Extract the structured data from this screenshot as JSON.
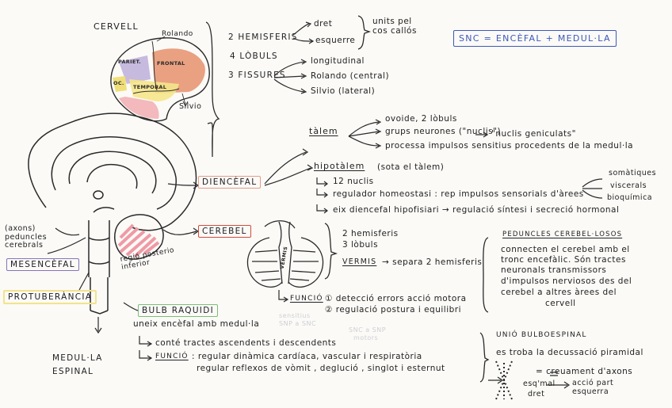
{
  "title": "SNC = ENCÈFAL + MEDUL·LA",
  "cervell": {
    "label": "CERVELL",
    "lobes": {
      "parietal": "PARIET.",
      "frontal": "FRONTAL",
      "occipital": "OC.",
      "temporal": "TEMPORAL"
    },
    "fissure_labels": {
      "rolando": "Rolando",
      "silvio": "Silvio"
    },
    "hemisferis": "2 HEMISFERIS",
    "dret": "dret",
    "esquerre": "esquerre",
    "units": "units pel cos callós",
    "lobuls": "4 LÒBULS",
    "fissures": "3 FISSURES",
    "fissure_items": [
      "longitudinal",
      "Rolando (central)",
      "Silvio (lateral)"
    ]
  },
  "diencefal": {
    "label": "DIENCÈFAL",
    "talem": "tàlem",
    "talem_items": [
      "ovoide, 2 lòbuls",
      "grups neurones (\"nuclis\")",
      "processa impulsos sensitius procedents de la medul·la"
    ],
    "nuclis_genic": "\"nuclis geniculats\"",
    "hipotalem": "hipotàlem",
    "hipotalem_note": "(sota el tàlem)",
    "hipotalem_items": [
      "12 nuclis",
      "regulador homeostasi : rep impulsos sensorials d'àrees",
      "eix diencefal hipofisiari → regulació síntesi i secreció hormonal"
    ],
    "arees": [
      "somàtiques",
      "viscerals",
      "bioquímica"
    ]
  },
  "cerebel": {
    "label": "CEREBEL",
    "items": [
      "2 hemisferis",
      "3 lòbuls"
    ],
    "vermis": "VERMIS",
    "vermis_desc": "→ separa 2 hemisferis",
    "vermis_drawing_label": "VERMIS",
    "funcio": "FUNCIÓ",
    "funcio_items": [
      "① detecció errors acció motora",
      "② regulació postura i equilibri"
    ],
    "peduncles_title": "PEDUNCLES CEREBEL·LOSOS",
    "peduncles_text": [
      "connecten el cerebel amb el",
      "tronc encefàlic. Són tractes",
      "neuronals transmissors",
      "d'impulsos nerviosos des del",
      "cerebel a altres àrees del",
      "cervell"
    ]
  },
  "brain_labels": {
    "regio": "regió posterio inferior",
    "peduncles": "(axons) peduncles cerebrals",
    "mesencefal": "MESENCÈFAL",
    "protuberancia": "PROTUBERÀNCIA",
    "medulla": "MEDUL·LA ESPINAL"
  },
  "bulb": {
    "label": "BULB RAQUIDI",
    "desc": "uneix encèfal amb medul·la",
    "item1": "conté tractes ascendents i descendents",
    "funcio": "FUNCIÓ",
    "item2a": ": regular dinàmica cardíaca, vascular i respiratòria",
    "item2b": "regular reflexos de vòmit , deglució , singlot i esternut"
  },
  "unio": {
    "title": "UNIÓ BULBOESPINAL",
    "line1": "es troba la decussació piramidal",
    "line2": "= creuament d'axons",
    "esq": "esq'mal",
    "dret": "dret",
    "accio": "acció part esquerra"
  },
  "ghost_texts": [
    "sensitius",
    "SNP a SNC",
    "SNC a SNP",
    "motors"
  ],
  "colors": {
    "parietal": "#b9aad8",
    "frontal": "#e5906c",
    "occipital": "#eedc6a",
    "temporal": "#f5e58a",
    "cerebellum_hi": "#f2a9b0",
    "title_ink": "#3e58b8",
    "diencefal_box": "#e79a86",
    "cerebel_box": "#d34a3b",
    "mesencefal_box": "#8674b8",
    "protuberancia_box": "#f3e38a",
    "bulb_box": "#7bbd78"
  }
}
